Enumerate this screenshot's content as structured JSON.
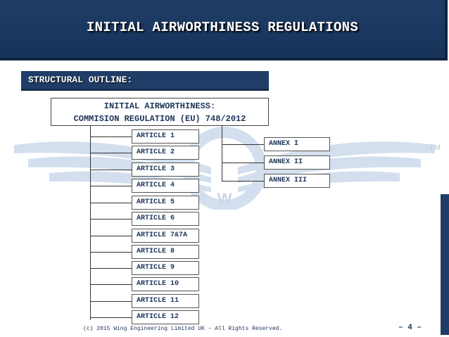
{
  "header": {
    "title": "INITIAL AIRWORTHINESS REGULATIONS"
  },
  "section": {
    "label": "STRUCTURAL OUTLINE:"
  },
  "root_node": {
    "line1": "INITIAL AIRWORTHINESS:",
    "line2": "COMMISION REGULATION (EU) 748/2012"
  },
  "articles": [
    "ARTICLE 1",
    "ARTICLE 2",
    "ARTICLE 3",
    "ARTICLE 4",
    "ARTICLE 5",
    "ARTICLE 6",
    "ARTICLE 7&7A",
    "ARTICLE 8",
    "ARTICLE 9",
    "ARTICLE 10",
    "ARTICLE 11",
    "ARTICLE 12"
  ],
  "annexes": [
    "ANNEX I",
    "ANNEX II",
    "ANNEX III"
  ],
  "watermark": {
    "letter": "W",
    "trademark": "TM"
  },
  "footer": {
    "copyright": "(c) 2015 Wing Engineering Limited UK – All Rights Reserved.",
    "page": "– 4 –"
  },
  "colors": {
    "header_bg": "#1f3d66",
    "text": "#1d3559",
    "watermark": "#c9d6e8"
  }
}
